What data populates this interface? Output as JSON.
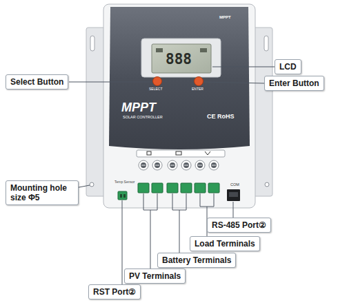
{
  "diagram": {
    "nodes": [
      {
        "text": [
          "LCD"
        ]
      },
      {
        "text": [
          "Select Button"
        ]
      },
      {
        "text": [
          "Enter Button"
        ]
      },
      {
        "text": [
          "Mounting hole size Φ5"
        ]
      },
      {
        "text": [
          "RS-485 Port②"
        ]
      },
      {
        "text": [
          "Load Terminals"
        ]
      },
      {
        "text": [
          "Battery Terminals"
        ]
      },
      {
        "text": [
          "PV Terminals"
        ]
      },
      {
        "text": [
          "RST Port②"
        ]
      }
    ],
    "edges": [],
    "labels": [
      "MPPT",
      "888",
      "SELECT",
      "ENTER",
      "MPPT",
      "SOLAR CONTROLLER",
      "CE RoHS",
      "Temp Sensor",
      "COM"
    ]
  }
}
